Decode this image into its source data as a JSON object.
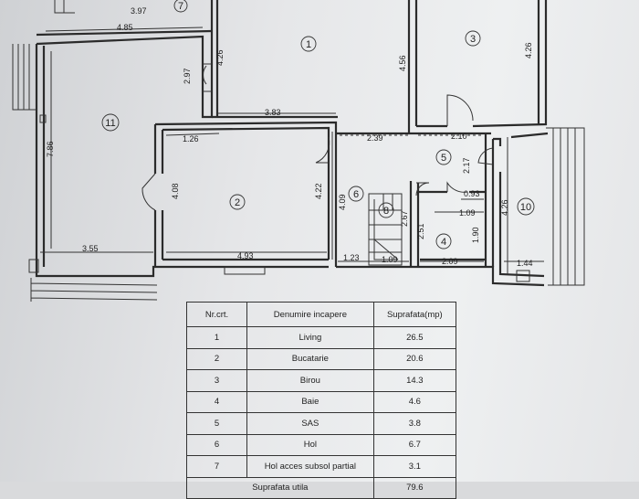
{
  "plan": {
    "dimensions": [
      {
        "id": "d397",
        "text": "3.97"
      },
      {
        "id": "d485",
        "text": "4.85"
      },
      {
        "id": "d426a",
        "text": "4.26"
      },
      {
        "id": "d297",
        "text": "2.97"
      },
      {
        "id": "d456",
        "text": "4.56"
      },
      {
        "id": "d426b",
        "text": "4.26"
      },
      {
        "id": "d786",
        "text": "7.86"
      },
      {
        "id": "d383",
        "text": "3.83"
      },
      {
        "id": "d126",
        "text": "1.26"
      },
      {
        "id": "d239",
        "text": "2.39"
      },
      {
        "id": "d210",
        "text": "2.10"
      },
      {
        "id": "d217",
        "text": "2.17"
      },
      {
        "id": "d408",
        "text": "4.08"
      },
      {
        "id": "d422",
        "text": "4.22"
      },
      {
        "id": "d409",
        "text": "4.09"
      },
      {
        "id": "d267",
        "text": "2.67"
      },
      {
        "id": "d251",
        "text": "2.51"
      },
      {
        "id": "d093",
        "text": "0.93"
      },
      {
        "id": "d109a",
        "text": "1.09"
      },
      {
        "id": "d426c",
        "text": "4.26"
      },
      {
        "id": "d190",
        "text": "1.90"
      },
      {
        "id": "d355",
        "text": "3.55"
      },
      {
        "id": "d493",
        "text": "4.93"
      },
      {
        "id": "d123",
        "text": "1.23"
      },
      {
        "id": "d109b",
        "text": "1.09"
      },
      {
        "id": "d209",
        "text": "2.09"
      },
      {
        "id": "d144",
        "text": "1.44"
      }
    ],
    "room_markers": [
      "1",
      "2",
      "3",
      "4",
      "5",
      "6",
      "7",
      "8",
      "10",
      "11"
    ]
  },
  "table": {
    "headers": [
      "Nr.crt.",
      "Denumire incapere",
      "Suprafata(mp)"
    ],
    "rows": [
      {
        "nr": "1",
        "name": "Living",
        "area": "26.5"
      },
      {
        "nr": "2",
        "name": "Bucatarie",
        "area": "20.6"
      },
      {
        "nr": "3",
        "name": "Birou",
        "area": "14.3"
      },
      {
        "nr": "4",
        "name": "Baie",
        "area": "4.6"
      },
      {
        "nr": "5",
        "name": "SAS",
        "area": "3.8"
      },
      {
        "nr": "6",
        "name": "Hol",
        "area": "6.7"
      },
      {
        "nr": "7",
        "name": "Hol acces subsol partial",
        "area": "3.1"
      }
    ],
    "total_label": "Suprafata utila",
    "total_value": "79.6"
  }
}
